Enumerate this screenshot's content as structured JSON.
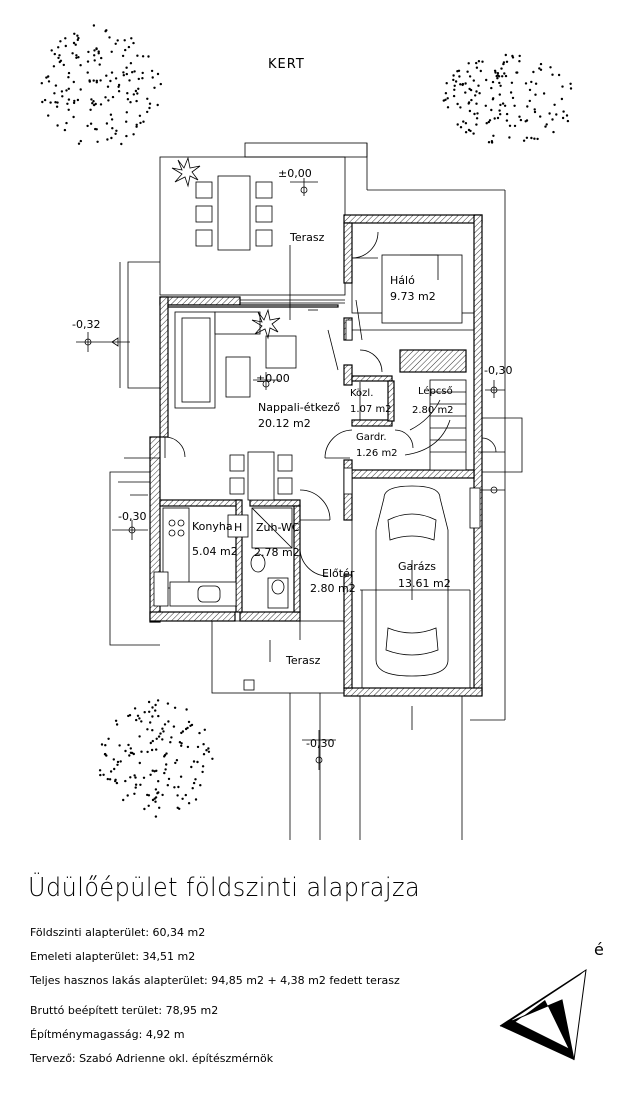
{
  "garden_label": "KERT",
  "rooms": {
    "terasz_top": {
      "name": "Terasz",
      "level": "±0,00"
    },
    "halo": {
      "name": "Háló",
      "area": "9.73 m2"
    },
    "nappali": {
      "name": "Nappali-étkező",
      "area": "20.12 m2",
      "level": "±0,00"
    },
    "kozl": {
      "name": "Közl.",
      "area": "1.07 m2"
    },
    "lepcso": {
      "name": "Lépcső",
      "area": "2.80 m2"
    },
    "gardr": {
      "name": "Gardr.",
      "area": "1.26 m2"
    },
    "konyha": {
      "name": "Konyha",
      "area": "5.04 m2"
    },
    "zuhwc": {
      "name": "Zuh-WC",
      "area": "2.78 m2"
    },
    "eloter": {
      "name": "Előtér",
      "area": "2.80 m2"
    },
    "garazs": {
      "name": "Garázs",
      "area": "13.61 m2"
    },
    "terasz_bottom": {
      "name": "Terasz"
    }
  },
  "levels": {
    "left_upper": "-0,32",
    "left_lower": "-0,30",
    "right": "-0,30",
    "bottom": "-0,30"
  },
  "h_mark": "H",
  "title": "Üdülőépület földszinti alaprajza",
  "info": [
    "Földszinti alapterület: 60,34 m2",
    "Emeleti alapterület: 34,51 m2",
    "Teljes hasznos lakás alapterület: 94,85 m2 + 4,38 m2 fedett terasz",
    "Bruttó beépített terület: 78,95 m2",
    "Építménymagasság: 4,92 m",
    "Tervező: Szabó Adrienne okl. építészmérnök"
  ],
  "north_label": "é"
}
